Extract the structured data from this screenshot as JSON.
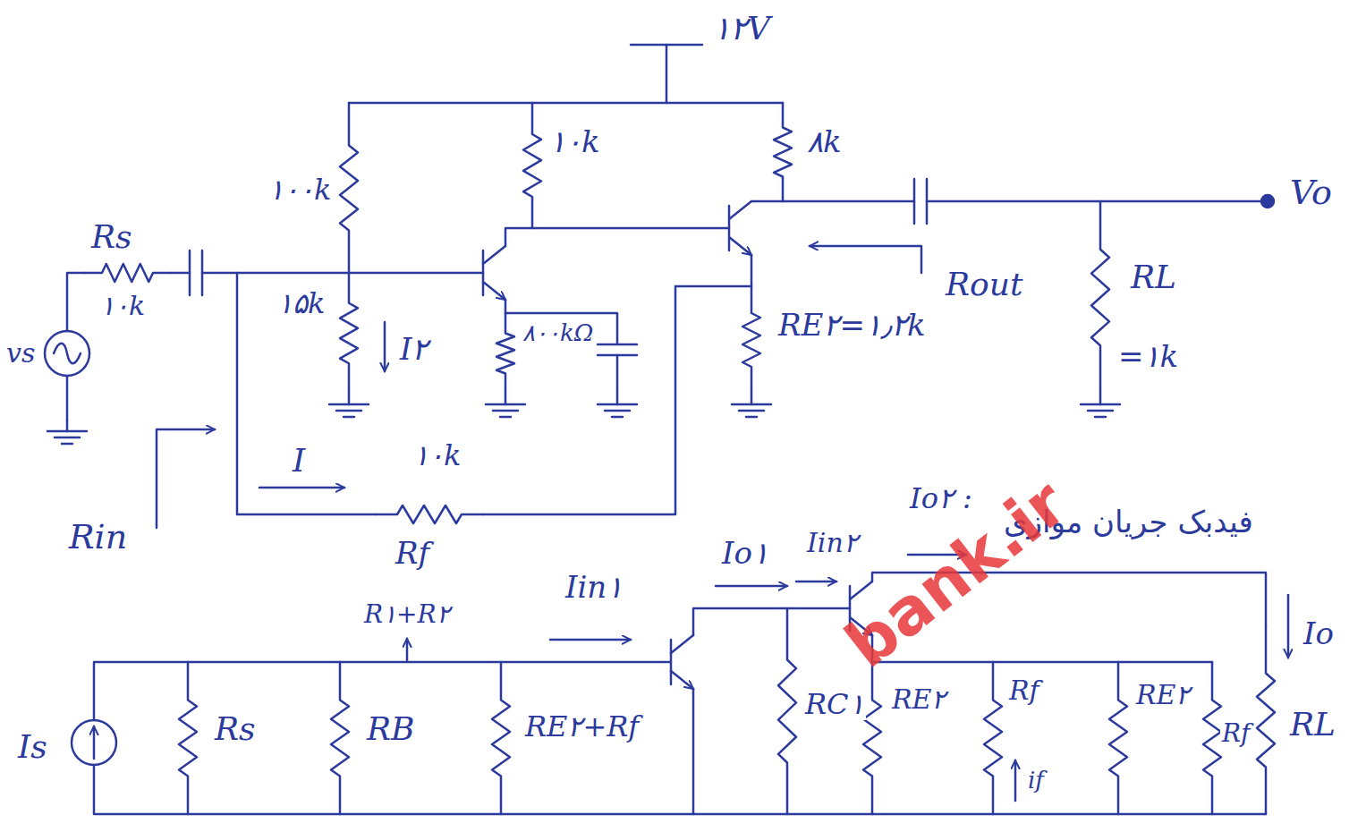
{
  "diagram": {
    "labels": [
      "۱۲V",
      "۱۰۰k",
      "۱۰k",
      "۸k",
      "Rs",
      "۱۰k",
      "vs",
      "۱۵k",
      "I۲",
      "۸۰۰kΩ",
      "RE۲=۱٫۲k",
      "Rout",
      "RL",
      "=۱k",
      "Vo",
      "I",
      "۱۰k",
      "Rf",
      "Rin",
      "R۱+R۲",
      "Iin۱",
      "Io۱",
      "Iin۲",
      "Io۲ :",
      "فیدبک جریان موازی",
      "Is",
      "Rs",
      "RB",
      "RE۲+Rf",
      "RC۱",
      "RE۲",
      "Rf",
      "if",
      "RE۲",
      "Rf",
      "RL",
      "Io",
      "bank.ir"
    ]
  }
}
